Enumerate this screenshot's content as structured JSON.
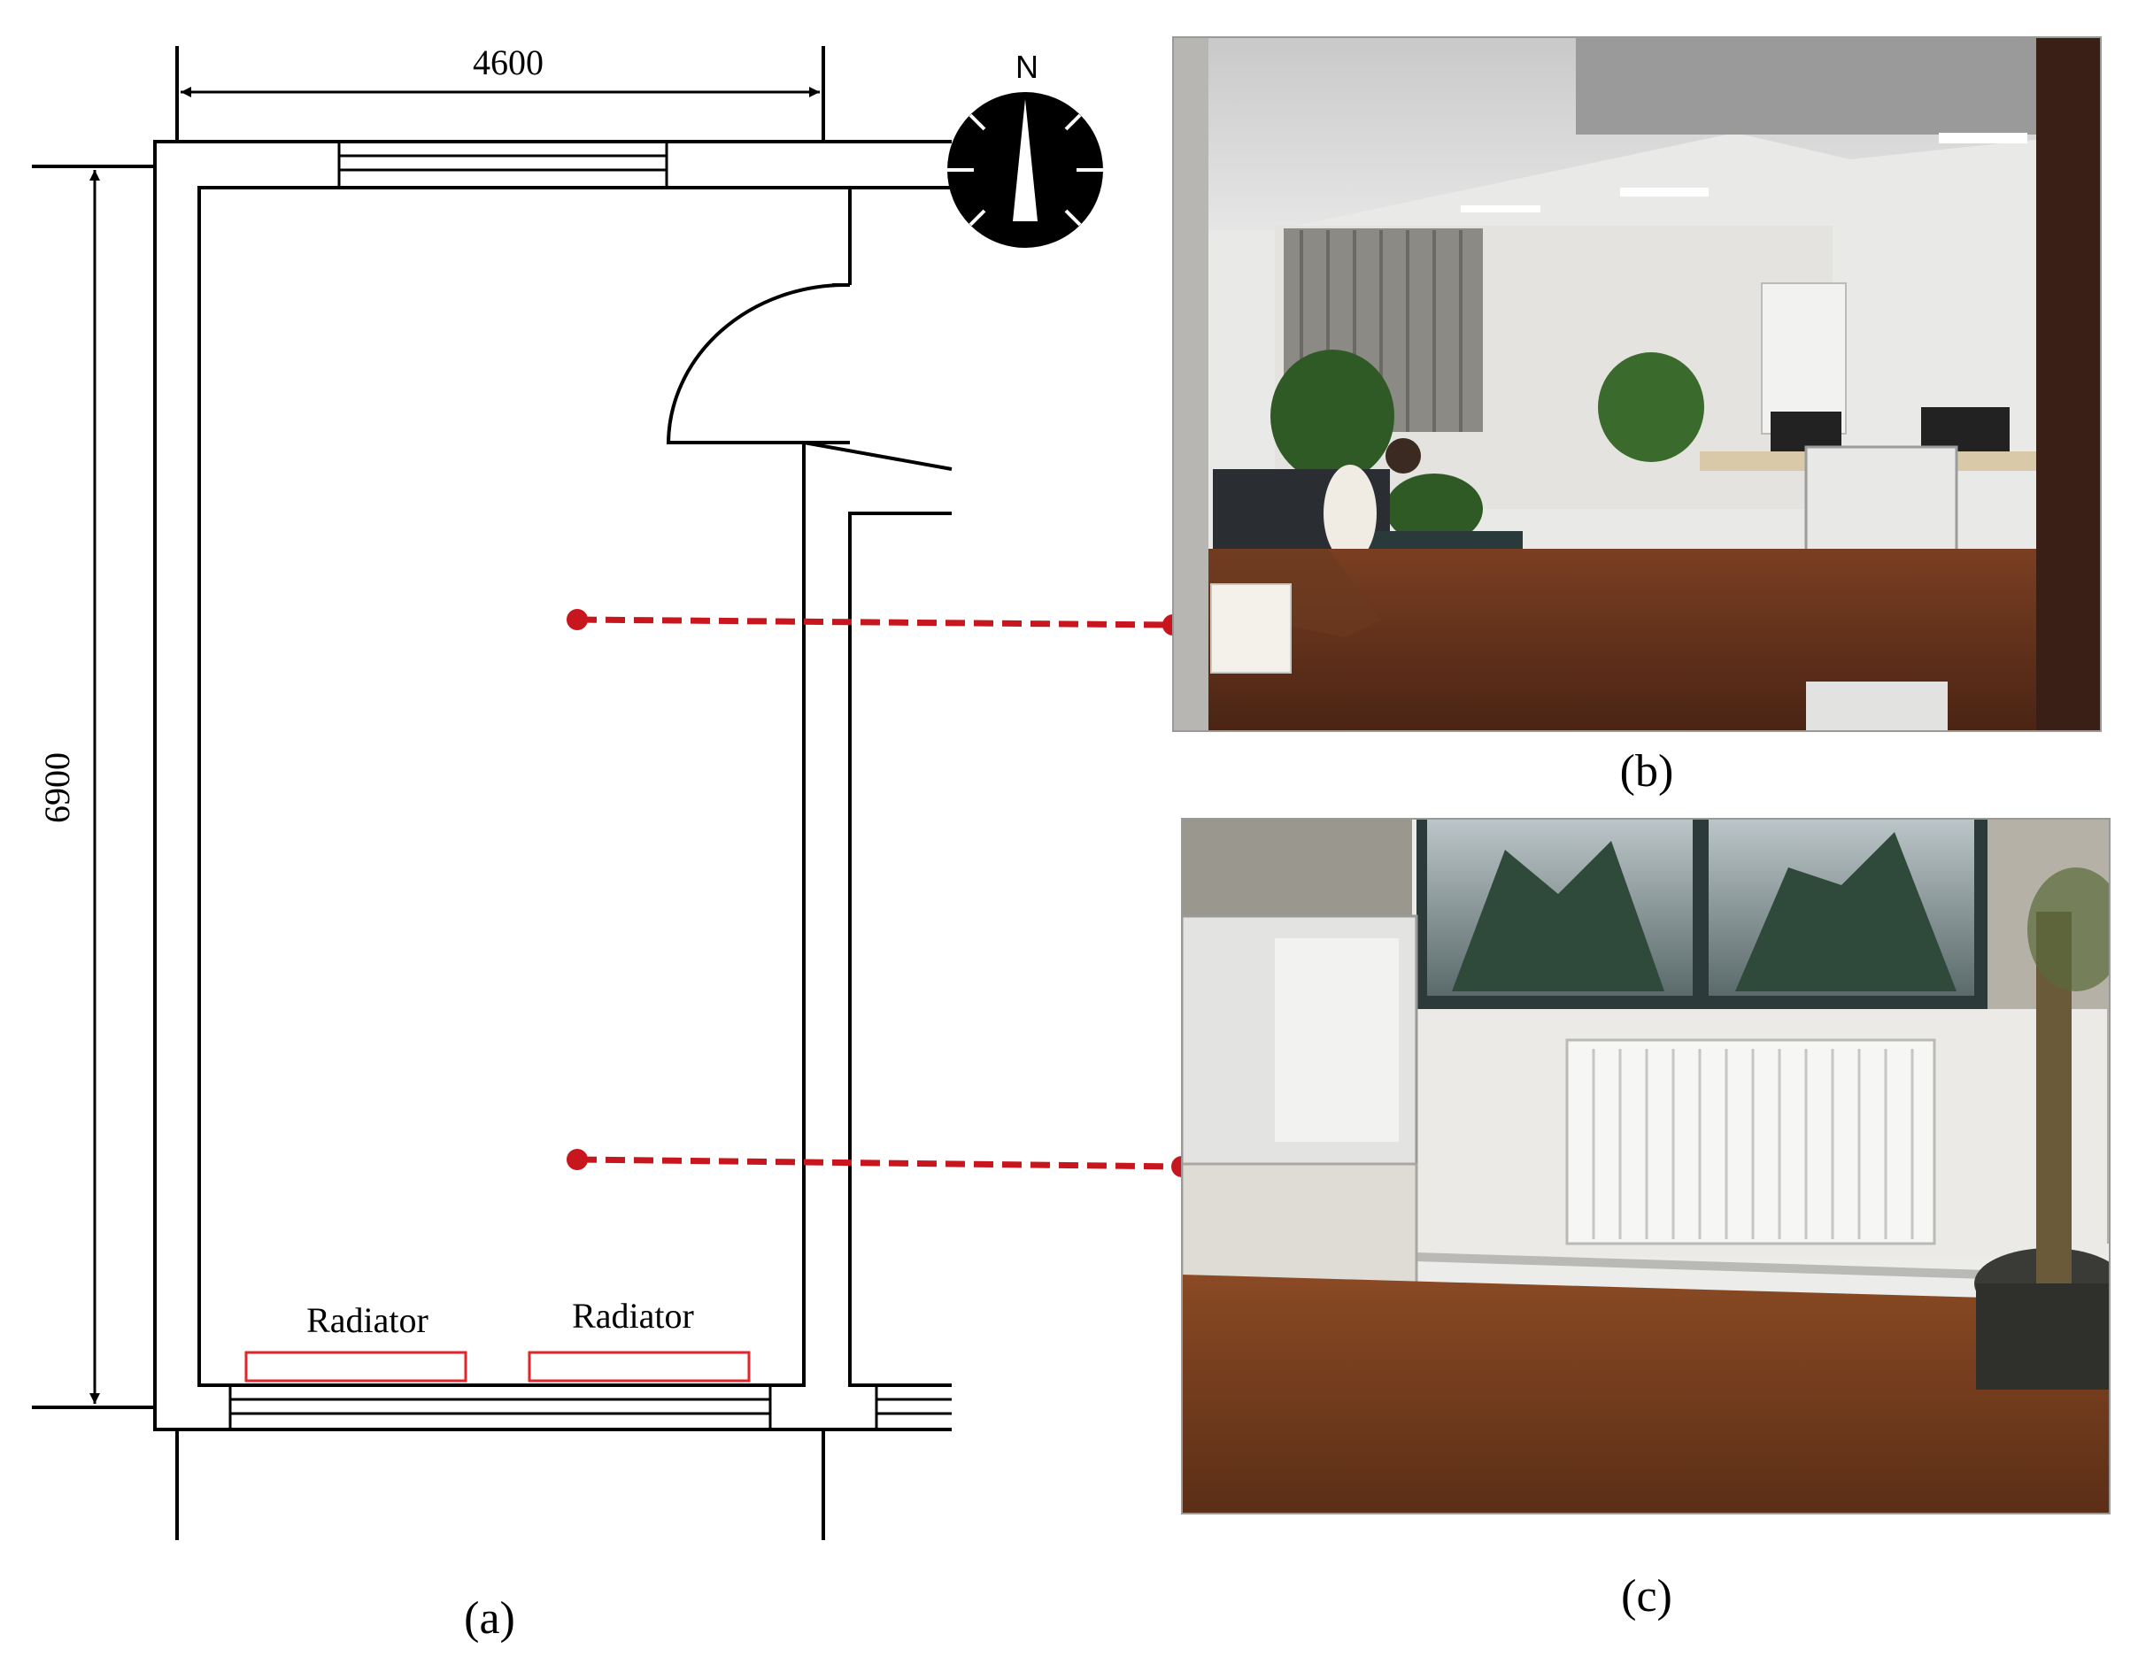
{
  "floor_plan": {
    "caption": "(a)",
    "width_dimension": "4600",
    "depth_dimension": "6900",
    "compass_label": "N",
    "radiators": [
      {
        "label": "Radiator"
      },
      {
        "label": "Radiator"
      }
    ],
    "radiator_color": "#e0262b",
    "marker_color": "#c8161e"
  },
  "photos": [
    {
      "caption": "(b)",
      "depicts": "open-plan office interior with desks, plants, printer and wooden floor"
    },
    {
      "caption": "(c)",
      "depicts": "wall radiator under window next to a printer and potted tree"
    }
  ]
}
